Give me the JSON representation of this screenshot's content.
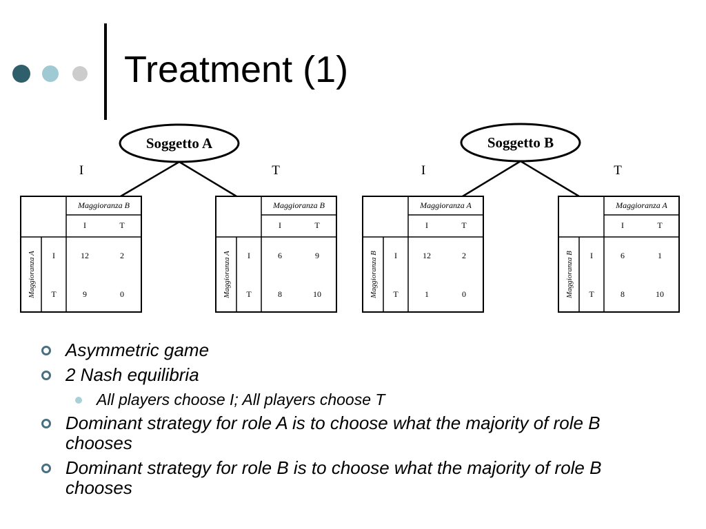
{
  "slide": {
    "title": "Treatment (1)",
    "decor": {
      "dot_colors": [
        "#2f5f6a",
        "#9fc9d3",
        "#cccccc"
      ],
      "accent_color": "#000000"
    }
  },
  "diagram": {
    "trees": [
      {
        "root": "Soggetto A",
        "branches": [
          "I",
          "T"
        ],
        "matrices": [
          {
            "col_header": "Maggioranza B",
            "row_header": "Maggioranza A",
            "cols": [
              "I",
              "T"
            ],
            "rows": [
              "I",
              "T"
            ],
            "cells": [
              [
                "12",
                "2"
              ],
              [
                "9",
                "0"
              ]
            ]
          },
          {
            "col_header": "Maggioranza B",
            "row_header": "Maggioranza A",
            "cols": [
              "I",
              "T"
            ],
            "rows": [
              "I",
              "T"
            ],
            "cells": [
              [
                "6",
                "9"
              ],
              [
                "8",
                "10"
              ]
            ]
          }
        ]
      },
      {
        "root": "Soggetto B",
        "branches": [
          "I",
          "T"
        ],
        "matrices": [
          {
            "col_header": "Maggioranza A",
            "row_header": "Maggioranza B",
            "cols": [
              "I",
              "T"
            ],
            "rows": [
              "I",
              "T"
            ],
            "cells": [
              [
                "12",
                "2"
              ],
              [
                "1",
                "0"
              ]
            ]
          },
          {
            "col_header": "Maggioranza A",
            "row_header": "Maggioranza B",
            "cols": [
              "I",
              "T"
            ],
            "rows": [
              "I",
              "T"
            ],
            "cells": [
              [
                "6",
                "1"
              ],
              [
                "8",
                "10"
              ]
            ]
          }
        ]
      }
    ]
  },
  "bullets": [
    {
      "level": 1,
      "text": "Asymmetric game"
    },
    {
      "level": 1,
      "text": "2 Nash equilibria"
    },
    {
      "level": 2,
      "text": "All players choose I; All players choose T"
    },
    {
      "level": 1,
      "text": "Dominant strategy for role A is to choose what the majority of role B chooses"
    },
    {
      "level": 1,
      "text": "Dominant strategy for role B is to choose what the majority of role B chooses"
    }
  ]
}
